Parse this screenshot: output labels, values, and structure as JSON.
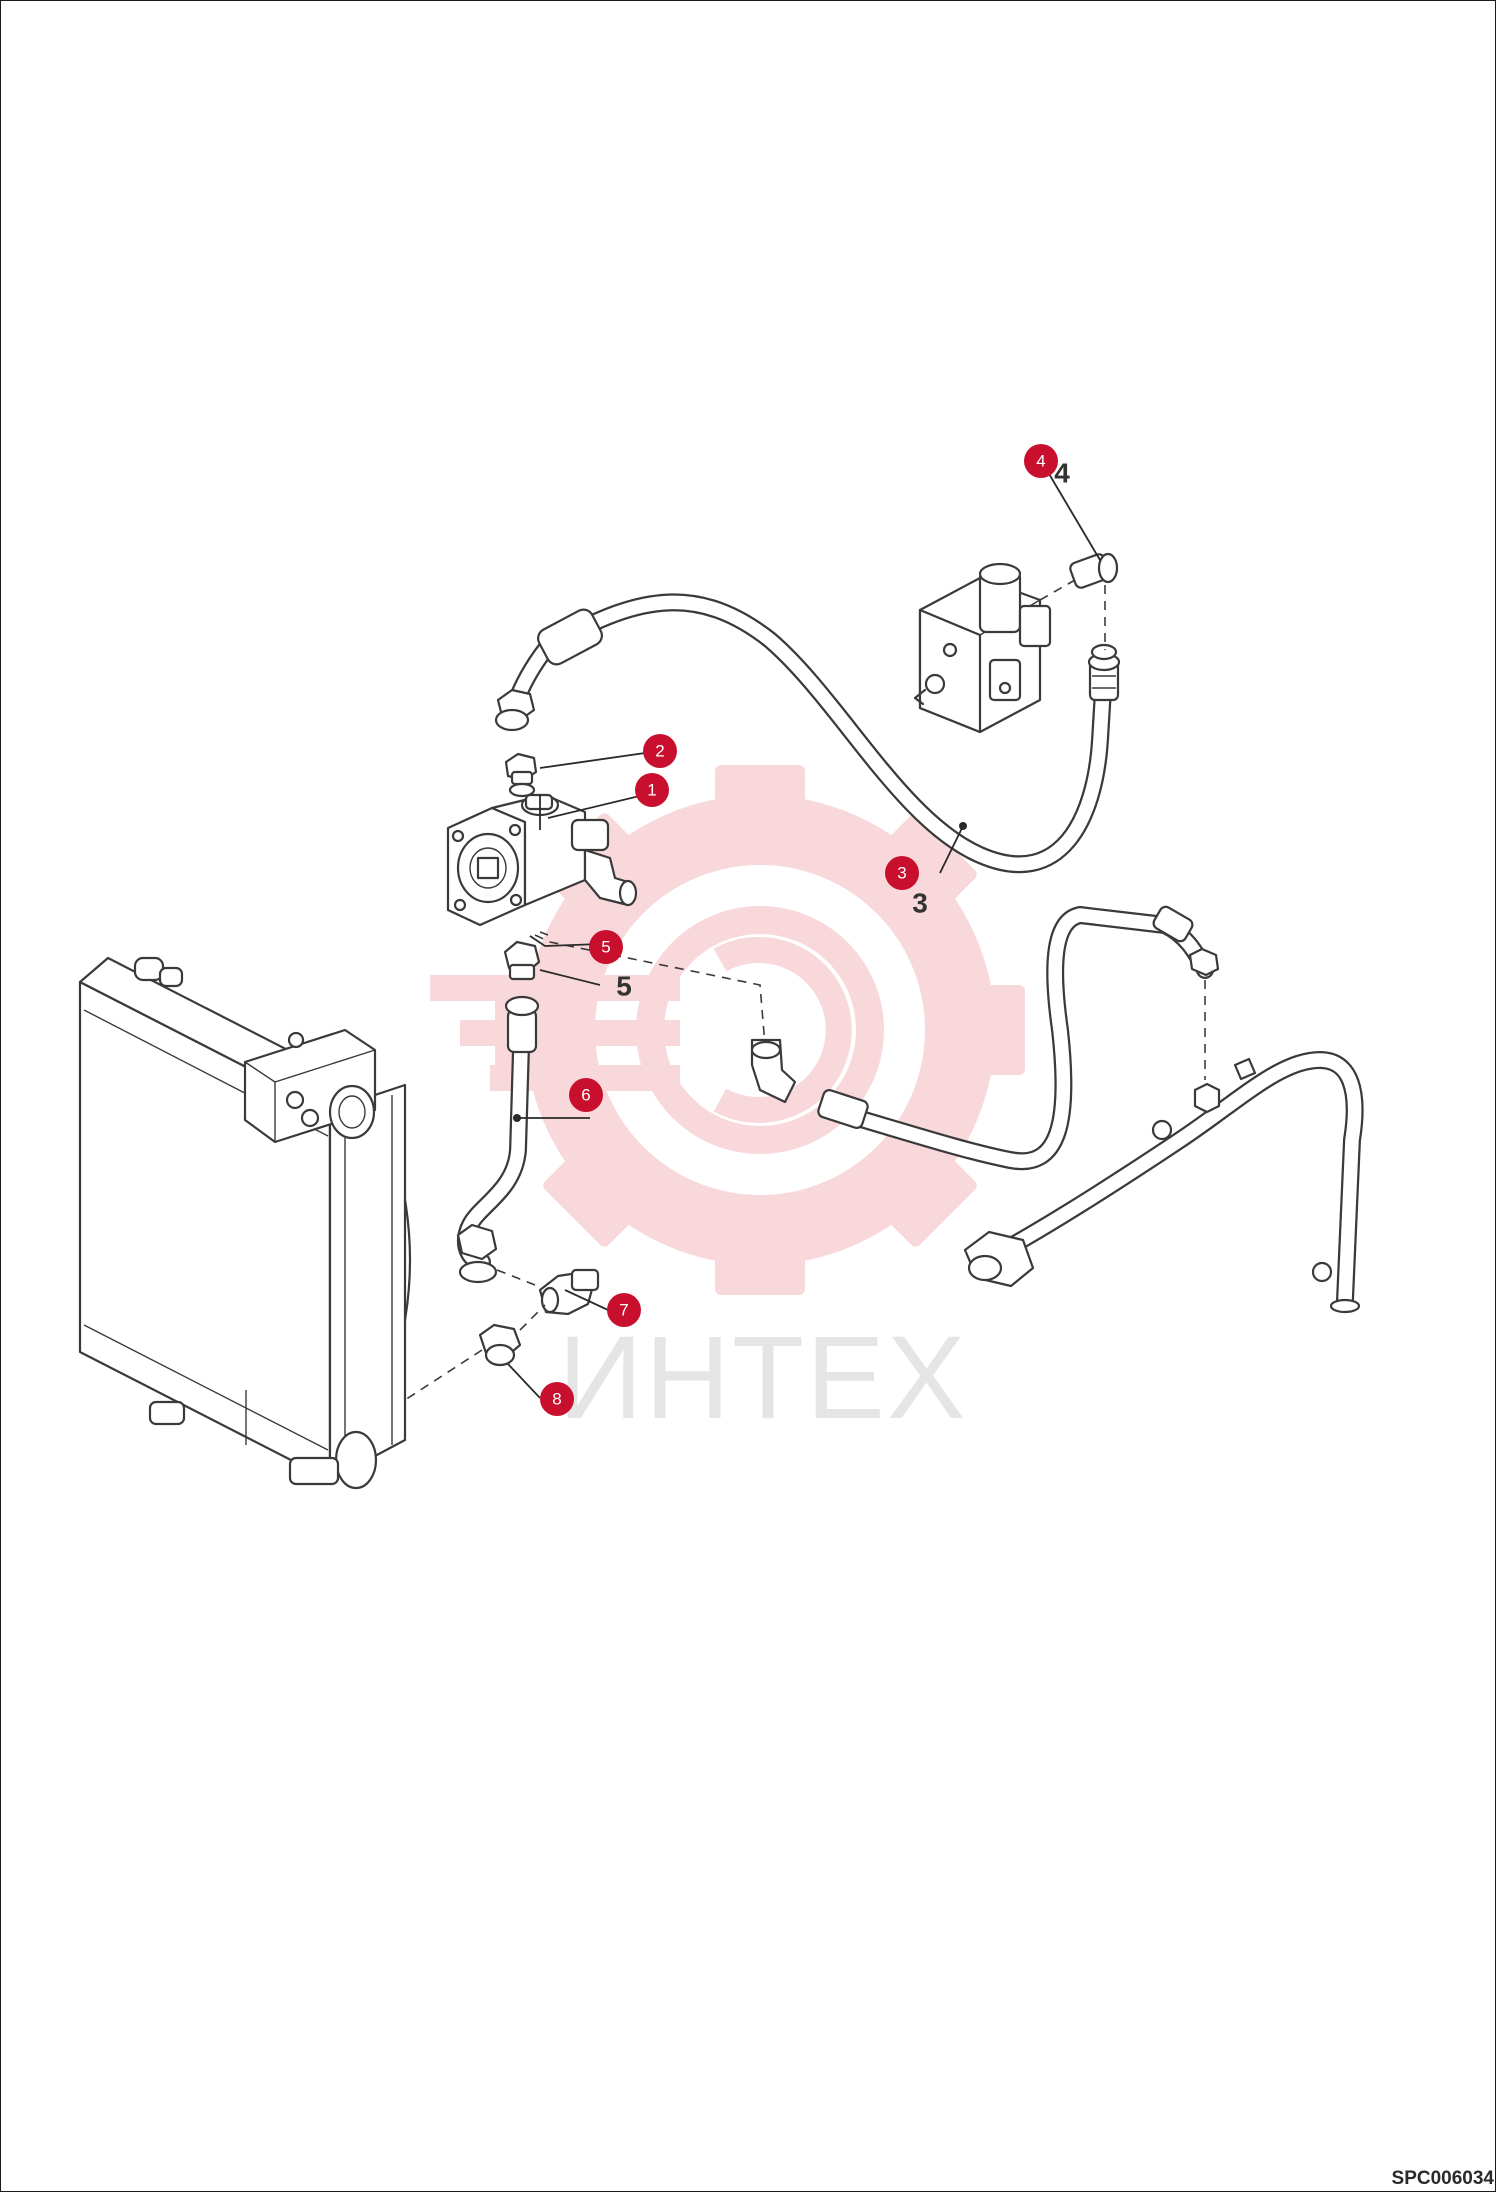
{
  "drawing": {
    "code": "SPC006034",
    "watermark_text": "ИНТЕХ"
  },
  "callouts": [
    {
      "id": "1",
      "label": "1"
    },
    {
      "id": "2",
      "label": "2"
    },
    {
      "id": "3",
      "label": "3"
    },
    {
      "id": "4",
      "label": "4"
    },
    {
      "id": "5",
      "label": "5"
    },
    {
      "id": "6",
      "label": "6"
    },
    {
      "id": "7",
      "label": "7"
    },
    {
      "id": "8",
      "label": "8"
    }
  ],
  "plain_labels": [
    {
      "id": "3",
      "label": "3"
    },
    {
      "id": "4",
      "label": "4"
    },
    {
      "id": "5",
      "label": "5"
    }
  ],
  "colors": {
    "callout": "#c8102e",
    "watermark_gear": "#f4b8bd",
    "watermark_text": "#cfcfcf",
    "line": "#3a3a3a"
  }
}
